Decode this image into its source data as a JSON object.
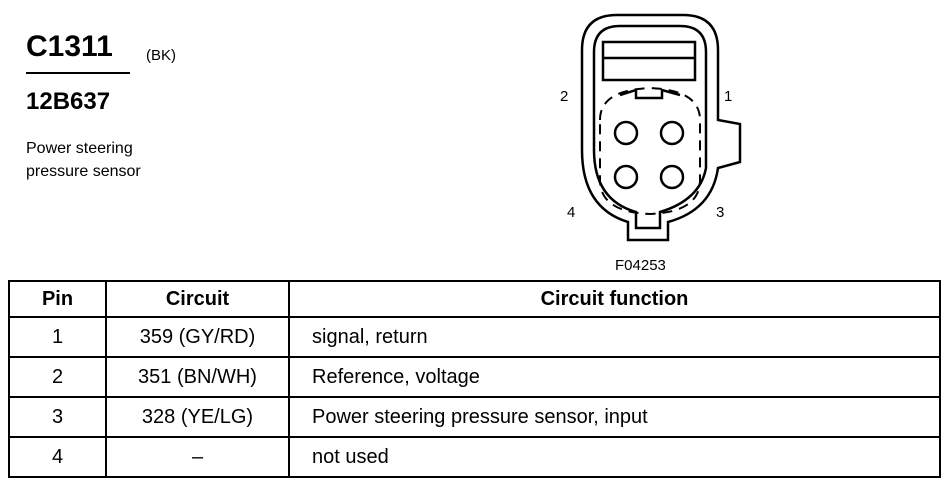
{
  "header": {
    "connector_id": "C1311",
    "color_code": "(BK)",
    "part_number": "12B637",
    "description_lines": [
      "Power steering",
      "pressure sensor"
    ]
  },
  "connector_diagram": {
    "pin_labels": [
      "1",
      "2",
      "3",
      "4"
    ],
    "figure_code": "F04253"
  },
  "table": {
    "headers": [
      "Pin",
      "Circuit",
      "Circuit function"
    ],
    "rows": [
      {
        "pin": "1",
        "circuit": "359 (GY/RD)",
        "function": "signal, return"
      },
      {
        "pin": "2",
        "circuit": "351 (BN/WH)",
        "function": "Reference, voltage"
      },
      {
        "pin": "3",
        "circuit": "328 (YE/LG)",
        "function": "Power steering pressure sensor, input"
      },
      {
        "pin": "4",
        "circuit": "–",
        "function": "not used"
      }
    ]
  }
}
